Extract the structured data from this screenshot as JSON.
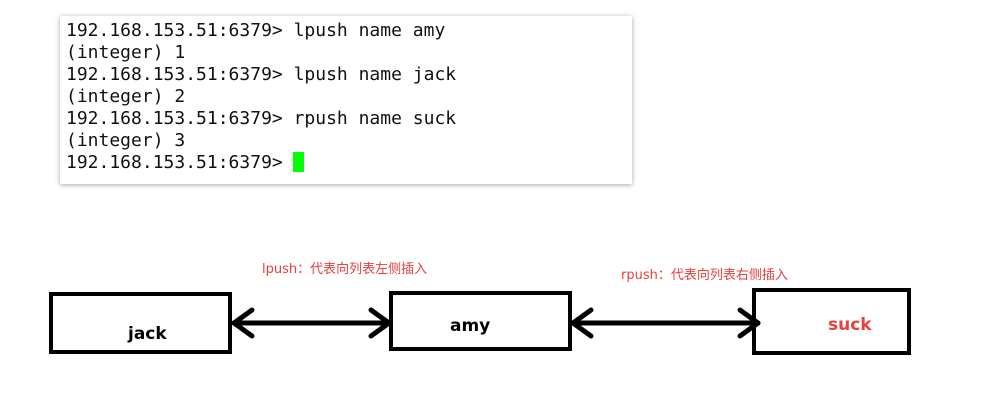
{
  "terminal": {
    "lines": [
      "192.168.153.51:6379> lpush name amy",
      "(integer) 1",
      "192.168.153.51:6379> lpush name jack",
      "(integer) 2",
      "192.168.153.51:6379> rpush name suck",
      "(integer) 3"
    ],
    "prompt": "192.168.153.51:6379>",
    "cursor_color": "#00ff00"
  },
  "diagram": {
    "annotations": {
      "lpush": "lpush：代表向列表左侧插入",
      "rpush": "rpush：代表向列表右侧插入"
    },
    "nodes": [
      {
        "label": "jack",
        "color": "#000000"
      },
      {
        "label": "amy",
        "color": "#000000"
      },
      {
        "label": "suck",
        "color": "#e8403c"
      }
    ]
  }
}
